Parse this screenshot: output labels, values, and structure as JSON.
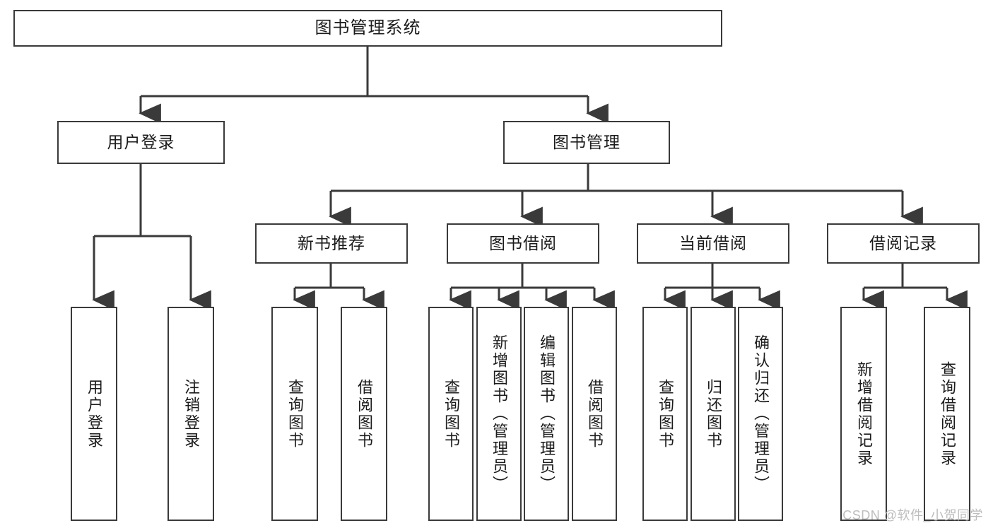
{
  "diagram": {
    "type": "tree-hierarchy-chart",
    "title": "图书管理系统",
    "stroke_color": "#3a3a3a",
    "box_fill": "#ffffff",
    "background": "#ffffff",
    "watermark": "CSDN @软件_小贺同学",
    "root": {
      "id": "root",
      "label": "图书管理系统",
      "orientation": "horizontal"
    },
    "level2": [
      {
        "id": "user-login",
        "label": "用户登录",
        "orientation": "horizontal"
      },
      {
        "id": "book-management",
        "label": "图书管理",
        "orientation": "horizontal"
      }
    ],
    "level3": [
      {
        "id": "new-book-recommend",
        "label": "新书推荐",
        "orientation": "horizontal",
        "parent": "book-management"
      },
      {
        "id": "book-borrow",
        "label": "图书借阅",
        "orientation": "horizontal",
        "parent": "book-management"
      },
      {
        "id": "current-borrow",
        "label": "当前借阅",
        "orientation": "horizontal",
        "parent": "book-management"
      },
      {
        "id": "borrow-records",
        "label": "借阅记录",
        "orientation": "horizontal",
        "parent": "book-management"
      }
    ],
    "leaves": [
      {
        "id": "leaf-user-login",
        "label": "用户登录",
        "orientation": "vertical",
        "parent": "user-login"
      },
      {
        "id": "leaf-logout",
        "label": "注销登录",
        "orientation": "vertical",
        "parent": "user-login"
      },
      {
        "id": "leaf-query-books-1",
        "label": "查询图书",
        "orientation": "vertical",
        "parent": "new-book-recommend"
      },
      {
        "id": "leaf-borrow-books-1",
        "label": "借阅图书",
        "orientation": "vertical",
        "parent": "new-book-recommend"
      },
      {
        "id": "leaf-query-books-2",
        "label": "查询图书",
        "orientation": "vertical",
        "parent": "book-borrow"
      },
      {
        "id": "leaf-add-book",
        "label": "新增图书（管理员）",
        "orientation": "vertical",
        "parent": "book-borrow"
      },
      {
        "id": "leaf-edit-book",
        "label": "编辑图书（管理员）",
        "orientation": "vertical",
        "parent": "book-borrow"
      },
      {
        "id": "leaf-borrow-books-2",
        "label": "借阅图书",
        "orientation": "vertical",
        "parent": "book-borrow"
      },
      {
        "id": "leaf-query-books-3",
        "label": "查询图书",
        "orientation": "vertical",
        "parent": "current-borrow"
      },
      {
        "id": "leaf-return-book",
        "label": "归还图书",
        "orientation": "vertical",
        "parent": "current-borrow"
      },
      {
        "id": "leaf-confirm-return",
        "label": "确认归还（管理员）",
        "orientation": "vertical",
        "parent": "current-borrow"
      },
      {
        "id": "leaf-add-record",
        "label": "新增借阅记录",
        "orientation": "vertical",
        "parent": "borrow-records"
      },
      {
        "id": "leaf-query-record",
        "label": "查询借阅记录",
        "orientation": "vertical",
        "parent": "borrow-records"
      }
    ]
  }
}
